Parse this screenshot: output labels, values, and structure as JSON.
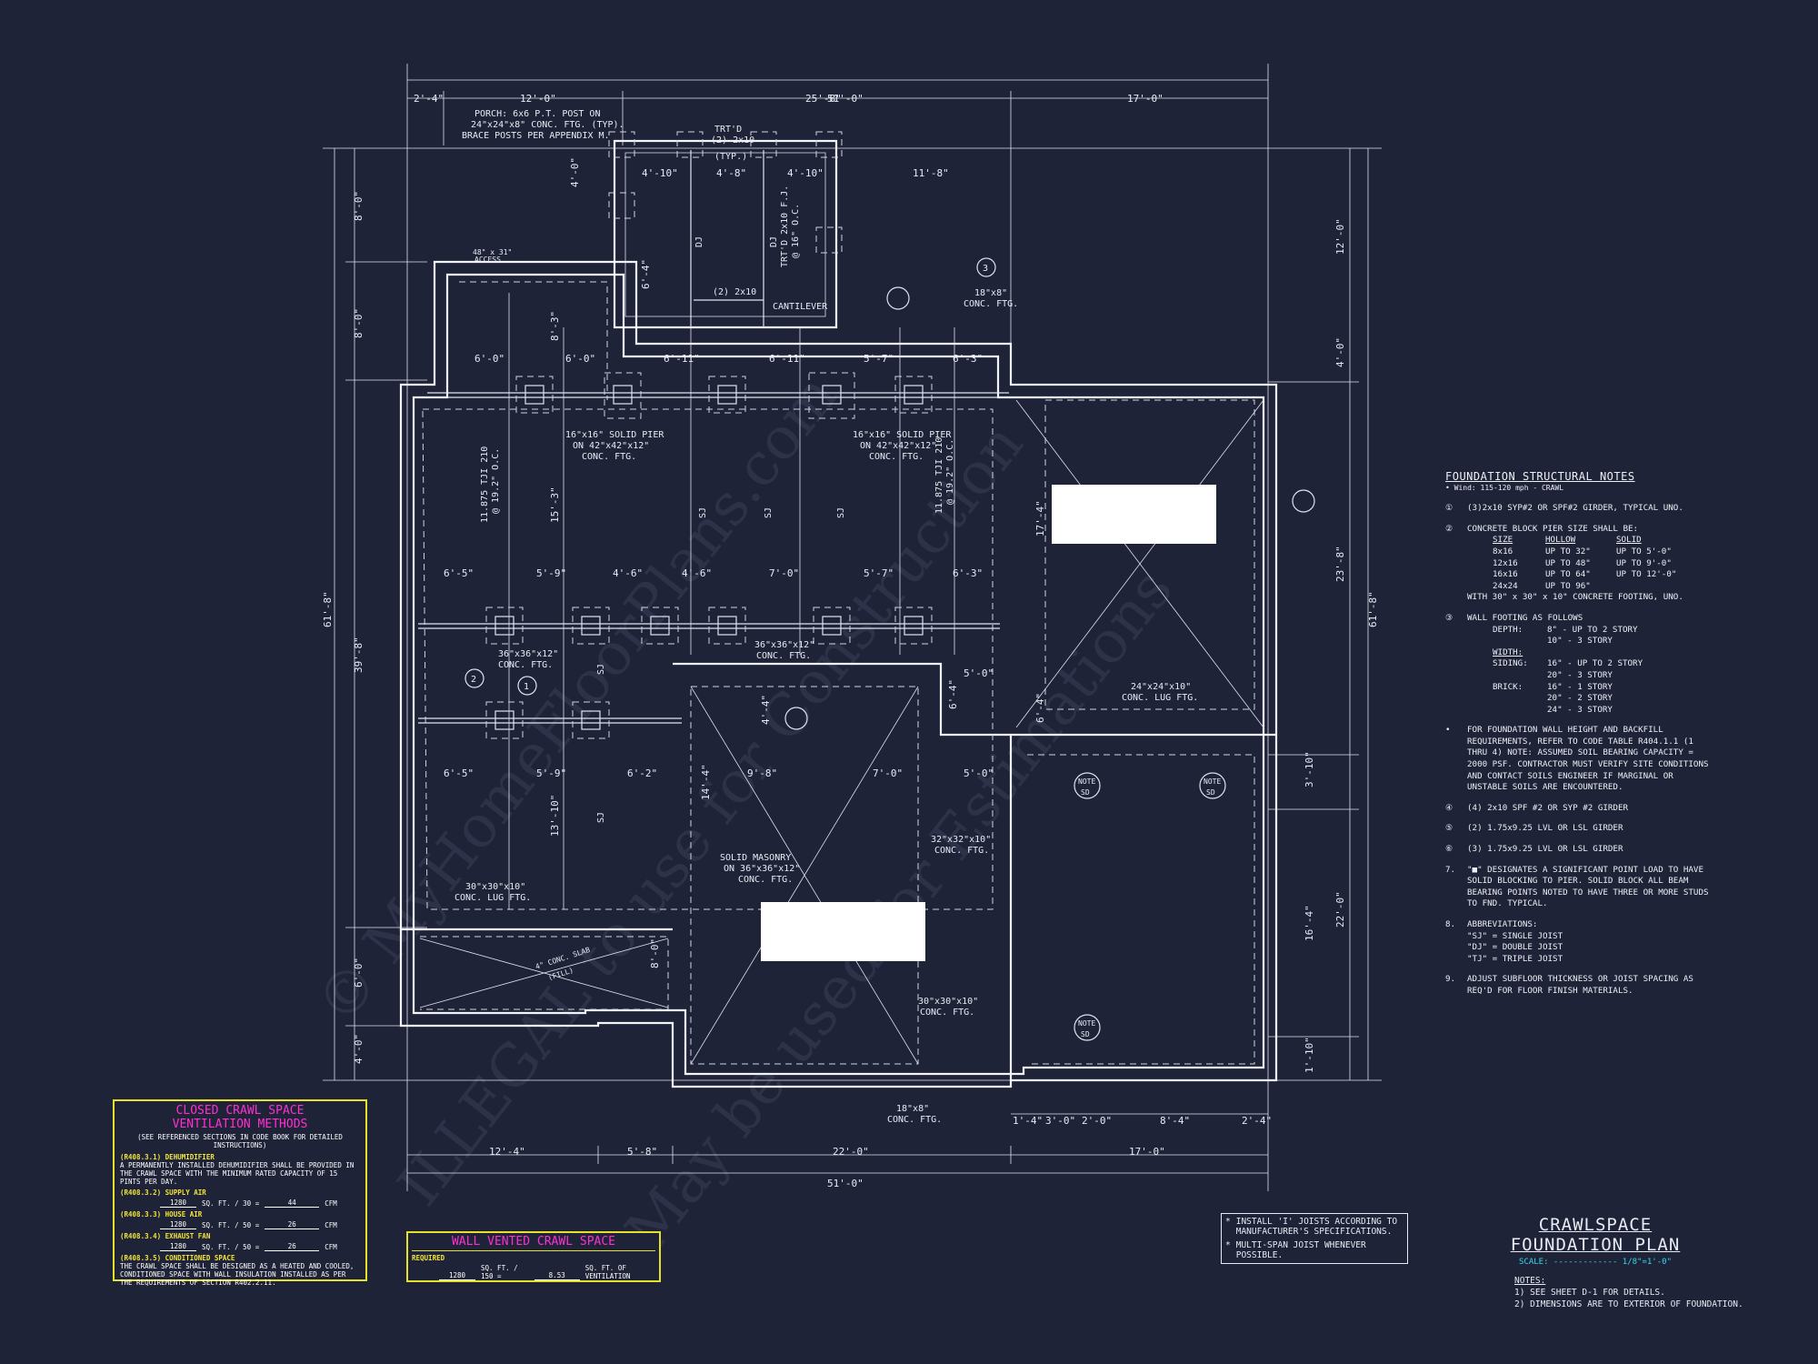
{
  "watermark": {
    "line1": "© MyHomeFloorPlans.com",
    "line2": "ILLEGAL to use for Construction",
    "line3": "May be used for Estimations"
  },
  "dims_top": {
    "overall": "51'-0\"",
    "a": "2'-4\"",
    "b": "12'-0\"",
    "c": "25'-8\"",
    "d": "17'-0\""
  },
  "dims_bottom": {
    "overall": "51'-0\"",
    "a": "12'-4\"",
    "b": "5'-8\"",
    "c": "22'-0\"",
    "d": "17'-0\"",
    "e1": "1'-4\"",
    "e2": "3'-0\"",
    "e3": "2'-0\"",
    "e4": "8'-4\"",
    "e5": "2'-4\""
  },
  "dims_left": {
    "overall": "61'-8\"",
    "seg": "39'-8\"",
    "a": "8'-0\"",
    "b": "8'-0\"",
    "c": "6'-0\"",
    "d": "4'-0\""
  },
  "dims_right": {
    "overall": "61'-8\"",
    "a": "12'-0\"",
    "b": "4'-0\"",
    "c": "23'-8\"",
    "d": "3'-10\"",
    "e": "22'-0\"",
    "f": "1'-10\""
  },
  "plan_labels": {
    "porch": [
      "PORCH: 6x6 P.T. POST ON",
      "24\"x24\"x8\" CONC. FTG. (TYP).",
      "BRACE POSTS PER APPENDIX M."
    ],
    "trtd": [
      "TRT'D",
      "(2) 2x10",
      "(TYP.)"
    ],
    "access": [
      "48\" x 31\"",
      "ACCESS"
    ],
    "cantilever": "CANTILEVER",
    "two_2x10": "(2) 2x10",
    "conc18_top": [
      "18\"x8\"",
      "CONC. FTG."
    ],
    "pier_left": [
      "16\"x16\" SOLID PIER",
      "ON 42\"x42\"x12\"",
      "CONC. FTG."
    ],
    "pier_right": [
      "16\"x16\" SOLID PIER",
      "ON 42\"x42\"x12\"",
      "CONC. FTG."
    ],
    "conc36_left": [
      "36\"x36\"x12\"",
      "CONC. FTG."
    ],
    "conc36_mid": [
      "36\"x36\"x12\"",
      "CONC. FTG."
    ],
    "lug24": [
      "24\"x24\"x10\"",
      "CONC. LUG FTG."
    ],
    "masonry": [
      "SOLID MASONRY",
      "ON 36\"x36\"x12\"",
      "CONC. FTG."
    ],
    "conc32": [
      "32\"x32\"x10\"",
      "CONC. FTG."
    ],
    "lug30": [
      "30\"x30\"x10\"",
      "CONC. LUG FTG."
    ],
    "conc30": [
      "30\"x30\"x10\"",
      "CONC. FTG."
    ],
    "conc18_bot": [
      "18\"x8\"",
      "CONC. FTG."
    ],
    "slab": [
      "4\" CONC. SLAB",
      "(FILL)"
    ],
    "joist1": [
      "11.875 TJI 210",
      "@ 19.2\" O.C."
    ],
    "joist2": [
      "11.875 TJI 210",
      "@ 19.2\" O.C."
    ],
    "joist3": [
      "TRT'D 2x10 F.J.",
      "@ 16\" O.C."
    ],
    "sj": "SJ",
    "dj": "DJ",
    "sd": "SD",
    "note": "NOTE",
    "row_dims_1": [
      "6'-0\"",
      "6'-0\"",
      "6'-11\"",
      "6'-11\"",
      "5'-7\"",
      "6'-3\""
    ],
    "row_dims_2": [
      "6'-5\"",
      "5'-9\"",
      "4'-6\"",
      "4'-6\"",
      "7'-0\"",
      "5'-7\"",
      "6'-3\""
    ],
    "row_dims_3": [
      "6'-5\"",
      "5'-9\"",
      "6'-2\"",
      "9'-8\"",
      "7'-0\"",
      "5'-0\""
    ],
    "porch_dims": [
      "4'-10\"",
      "4'-8\"",
      "4'-10\"",
      "11'-8\""
    ],
    "misc_dims": [
      "8'-3\"",
      "15'-3\"",
      "13'-10\"",
      "14'-4\"",
      "17'-4\"",
      "5'-0\"",
      "6'-4\"",
      "6'-4\"",
      "16'-4\"",
      "8'-0\"",
      "4'-0\"",
      "6'-4\"",
      "4'-4\""
    ]
  },
  "notes": {
    "title": "FOUNDATION STRUCTURAL NOTES",
    "wind": "• Wind: 115-120 mph - CRAWL",
    "n1": "(3)2x10 SYP#2 OR SPF#2 GIRDER, TYPICAL UNO.",
    "n2": "CONCRETE BLOCK PIER SIZE SHALL BE:",
    "pier_head": [
      "SIZE",
      "HOLLOW",
      "SOLID"
    ],
    "pier_rows": [
      [
        "8x16",
        "UP TO 32\"",
        "UP TO 5'-0\""
      ],
      [
        "12x16",
        "UP TO 48\"",
        "UP TO 9'-0\""
      ],
      [
        "16x16",
        "UP TO 64\"",
        "UP TO 12'-0\""
      ],
      [
        "24x24",
        "UP TO 96\"",
        ""
      ]
    ],
    "n2b": "WITH 30\" x 30\" x 10\" CONCRETE FOOTING, UNO.",
    "n3": "WALL FOOTING AS FOLLOWS",
    "depth": [
      "DEPTH:",
      "8\" - UP TO 2 STORY",
      "10\" - 3 STORY"
    ],
    "width": "WIDTH:",
    "siding": [
      "SIDING:",
      "16\" - UP TO 2 STORY",
      "20\" - 3 STORY"
    ],
    "brick": [
      "BRICK:",
      "16\" - 1 STORY",
      "20\" - 2 STORY",
      "24\" - 3 STORY"
    ],
    "n_wall": "FOR FOUNDATION WALL HEIGHT AND BACKFILL REQUIREMENTS, REFER TO CODE TABLE R404.1.1 (1 THRU 4) NOTE: ASSUMED SOIL BEARING CAPACITY = 2000 PSF. CONTRACTOR MUST VERIFY SITE CONDITIONS AND CONTACT SOILS ENGINEER IF MARGINAL OR UNSTABLE SOILS ARE ENCOUNTERED.",
    "n4": "(4) 2x10 SPF #2 OR SYP #2 GIRDER",
    "n5": "(2) 1.75x9.25 LVL OR LSL GIRDER",
    "n6": "(3) 1.75x9.25 LVL OR LSL GIRDER",
    "n7": "\"■\" DESIGNATES A SIGNIFICANT POINT LOAD TO HAVE SOLID BLOCKING TO PIER. SOLID BLOCK ALL BEAM BEARING POINTS NOTED TO HAVE THREE OR MORE STUDS TO FND. TYPICAL.",
    "n8": "ABBREVIATIONS:",
    "abbr": [
      "\"SJ\" = SINGLE JOIST",
      "\"DJ\" = DOUBLE JOIST",
      "\"TJ\" = TRIPLE JOIST"
    ],
    "n9": "ADJUST SUBFLOOR THICKNESS OR JOIST SPACING AS REQ'D FOR FLOOR FINISH MATERIALS."
  },
  "crawl_panel": {
    "title1": "CLOSED CRAWL SPACE",
    "title2": "VENTILATION METHODS",
    "sub": "(SEE REFERENCED SECTIONS IN CODE BOOK FOR DETAILED INSTRUCTIONS)",
    "s1": "(R408.3.1) DEHUMIDIFIER",
    "s1t": "A PERMANENTLY INSTALLED DEHUMIDIFIER SHALL BE PROVIDED IN THE CRAWL SPACE WITH THE MINIMUM RATED CAPACITY OF 15 PINTS PER DAY.",
    "s2": "(R408.3.2) SUPPLY AIR",
    "s3": "(R408.3.3) HOUSE AIR",
    "s4": "(R408.3.4) EXHAUST FAN",
    "s5": "(R408.3.5) CONDITIONED SPACE",
    "s5t": "THE CRAWL SPACE SHALL BE DESIGNED AS A HEATED AND COOLED, CONDITIONED SPACE WITH WALL INSULATION INSTALLED AS PER THE REQUIREMENTS OF SECTION R402.2.11.",
    "area": "1280",
    "sqft30": "SQ. FT. / 30 =",
    "sqft50": "SQ. FT. / 50 =",
    "v1": "44",
    "v2": "26",
    "v3": "26",
    "cfm": "CFM"
  },
  "vented_panel": {
    "title": "WALL VENTED CRAWL SPACE",
    "req": "REQUIRED",
    "area": "1280",
    "div": "SQ. FT. / 150 =",
    "val": "8.53",
    "unit": "SQ. FT. OF VENTILATION"
  },
  "install_box": {
    "l1": "INSTALL 'I' JOISTS ACCORDING TO MANUFACTURER'S SPECIFICATIONS.",
    "l2": "MULTI-SPAN JOIST WHENEVER POSSIBLE."
  },
  "title_block": {
    "l1": "CRAWLSPACE",
    "l2": "FOUNDATION PLAN",
    "scale_label": "SCALE:",
    "scale_value": "1/8\"=1'-0\"",
    "notes_h": "NOTES:",
    "note1": "1) SEE SHEET D-1 FOR DETAILS.",
    "note2": "2) DIMENSIONS ARE TO EXTERIOR OF FOUNDATION."
  }
}
